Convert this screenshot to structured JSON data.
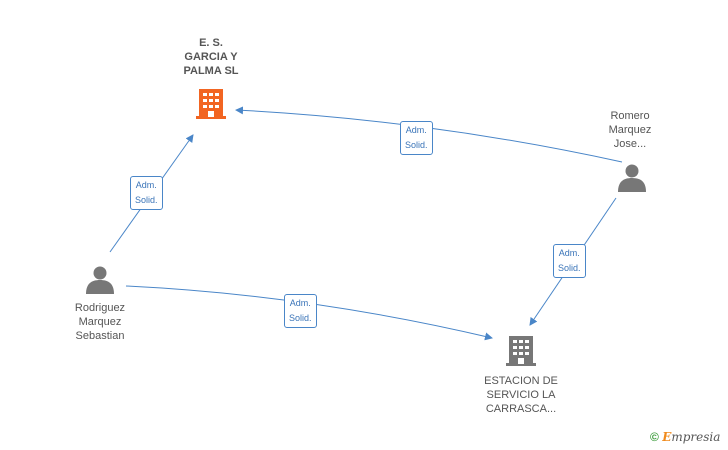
{
  "nodes": {
    "company_main": {
      "label": "E. S.\nGARCIA Y\nPALMA SL",
      "color": "#f26522"
    },
    "company_other": {
      "label": "ESTACION DE\nSERVICIO LA\nCARRASCA...",
      "color": "#777777"
    },
    "person_romero": {
      "label": "Romero\nMarquez\nJose..."
    },
    "person_rodriguez": {
      "label": "Rodriguez\nMarquez\nSebastian"
    }
  },
  "edges": [
    {
      "id": "romero-to-main",
      "label": "Adm.\nSolid."
    },
    {
      "id": "rodriguez-to-main",
      "label": "Adm.\nSolid."
    },
    {
      "id": "rodriguez-to-other",
      "label": "Adm.\nSolid."
    },
    {
      "id": "romero-to-other",
      "label": "Adm.\nSolid."
    }
  ],
  "colors": {
    "edge": "#4a86c8",
    "person_icon": "#777777"
  },
  "watermark": {
    "symbol": "©",
    "brand_initial": "E",
    "brand_rest": "mpresia"
  }
}
